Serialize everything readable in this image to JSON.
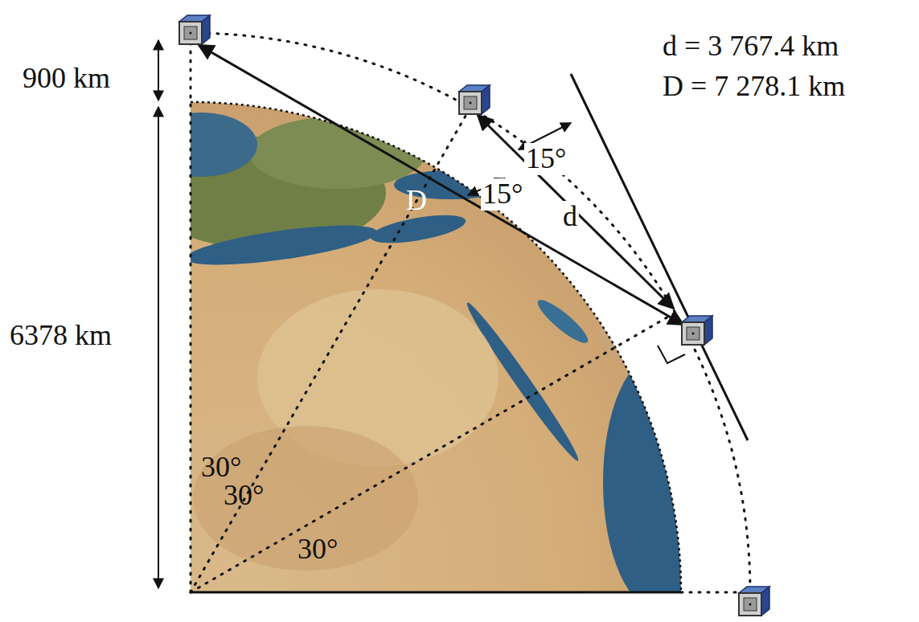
{
  "diagram": {
    "labels": [
      "900 km",
      "d = 3 767.4 km",
      "D = 7 278.1 km",
      "15°",
      "15°",
      "D",
      "d",
      "6378 km",
      "30°",
      "30°",
      "30°"
    ]
  }
}
